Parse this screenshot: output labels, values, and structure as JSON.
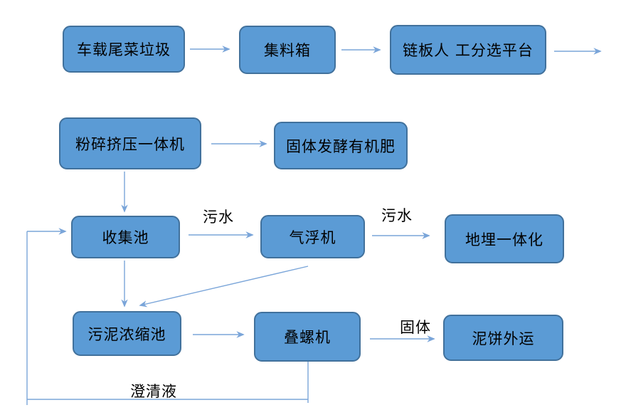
{
  "diagram": {
    "type": "flowchart",
    "nodes": [
      {
        "label": "车载尾菜垃圾"
      },
      {
        "label": "集料箱"
      },
      {
        "label": "链板人 工分选平台"
      },
      {
        "label": "粉碎挤压一体机"
      },
      {
        "label": "固体发酵有机肥"
      },
      {
        "label": "收集池"
      },
      {
        "label": "气浮机"
      },
      {
        "label": "地埋一体化"
      },
      {
        "label": "污泥浓缩池"
      },
      {
        "label": "叠螺机"
      },
      {
        "label": "泥饼外运"
      }
    ],
    "edge_labels": [
      {
        "text": "污水"
      },
      {
        "text": "污水"
      },
      {
        "text": "固体"
      },
      {
        "text": "澄清液"
      }
    ],
    "edges": [
      {
        "from": "车载尾菜垃圾",
        "to": "集料箱",
        "label": ""
      },
      {
        "from": "集料箱",
        "to": "链板人 工分选平台",
        "label": ""
      },
      {
        "from": "链板人 工分选平台",
        "to": "",
        "label": ""
      },
      {
        "from": "粉碎挤压一体机",
        "to": "固体发酵有机肥",
        "label": ""
      },
      {
        "from": "粉碎挤压一体机",
        "to": "收集池",
        "label": ""
      },
      {
        "from": "收集池",
        "to": "气浮机",
        "label": "污水"
      },
      {
        "from": "气浮机",
        "to": "地埋一体化",
        "label": "污水"
      },
      {
        "from": "收集池",
        "to": "污泥浓缩池",
        "label": ""
      },
      {
        "from": "气浮机",
        "to": "污泥浓缩池",
        "label": ""
      },
      {
        "from": "污泥浓缩池",
        "to": "叠螺机",
        "label": ""
      },
      {
        "from": "叠螺机",
        "to": "泥饼外运",
        "label": "固体"
      },
      {
        "from": "叠螺机",
        "to": "收集池",
        "label": "澄清液"
      }
    ],
    "colors": {
      "node_fill": "#5b9bd5",
      "node_border": "#41719c",
      "connector": "#7aa5d9",
      "text": "#000000"
    }
  }
}
